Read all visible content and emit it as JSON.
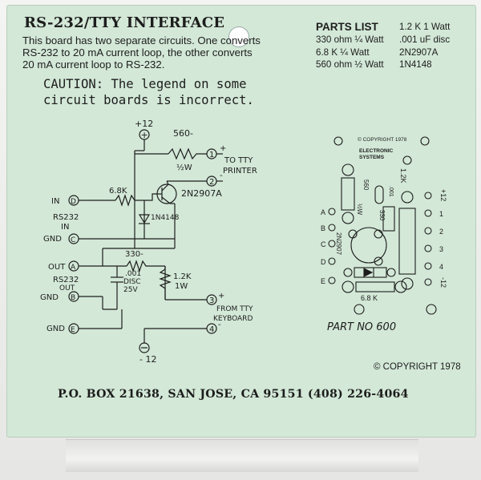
{
  "title": "RS-232/TTY INTERFACE",
  "intro_lines": [
    "This board has two separate circuits. One converts",
    "RS-232 to 20 mA current loop, the other converts",
    "20 mA current loop to RS-232."
  ],
  "caution_lines": [
    "CAUTION: The legend on some",
    "circuit boards is incorrect."
  ],
  "parts_list": {
    "title": "PARTS LIST",
    "items": [
      [
        "330 ohm ¼ Watt",
        ".001 uF disc"
      ],
      [
        "6.8 K ¼ Watt",
        "2N2907A"
      ],
      [
        "560 ohm ½ Watt",
        "1N4148"
      ]
    ],
    "first_right": "1.2 K 1 Watt"
  },
  "schematic": {
    "plus12": "+12",
    "minus12": "- 12",
    "r560": "560-",
    "r560_watt": "½W",
    "to_tty": "TO TTY",
    "printer": "PRINTER",
    "r68k": "6.8K",
    "transistor": "2N2907A",
    "diode": "1N4148",
    "in_label": "IN",
    "rs232_in_1": "RS232",
    "rs232_in_2": "IN",
    "gnd_c": "GND",
    "out_label": "OUT",
    "rs232_out_1": "RS232",
    "rs232_out_2": "OUT",
    "gnd_b": "GND",
    "gnd_e": "GND",
    "r330": "330-",
    "cap1": ".001",
    "cap2": "DISC",
    "cap3": "25V",
    "r12k": "1.2K",
    "r12k_watt": "1W",
    "from_tty": "FROM TTY",
    "keyboard": "KEYBOARD",
    "n1": "1",
    "n2": "2",
    "n3": "3",
    "n4": "4",
    "pin_d": "D",
    "pin_c": "C",
    "pin_a": "A",
    "pin_b": "B",
    "pin_e": "E",
    "plus": "+",
    "minus": "-"
  },
  "board": {
    "copyright": "© COPYRIGHT 1978",
    "brand_1": "ELECTRONIC",
    "brand_2": "SYSTEMS",
    "label_12k": "1.2K",
    "label_560": "560",
    "label_half_w": "½W",
    "label_001": ".001",
    "label_330": "330",
    "label_2n2907": "2N2907",
    "label_68k": "6.8 K",
    "part_no": "PART NO 600",
    "left_letters": [
      "A",
      "B",
      "C",
      "D",
      "E"
    ],
    "right_numbers": [
      "+12",
      "1",
      "2",
      "3",
      "4",
      "-12"
    ]
  },
  "copyright": "© COPYRIGHT  1978",
  "address": "P.O. BOX 21638, SAN JOSE, CA 95151   (408) 226-4064",
  "colors": {
    "card": "#d3e8d7",
    "ink": "#1d1d1d"
  }
}
